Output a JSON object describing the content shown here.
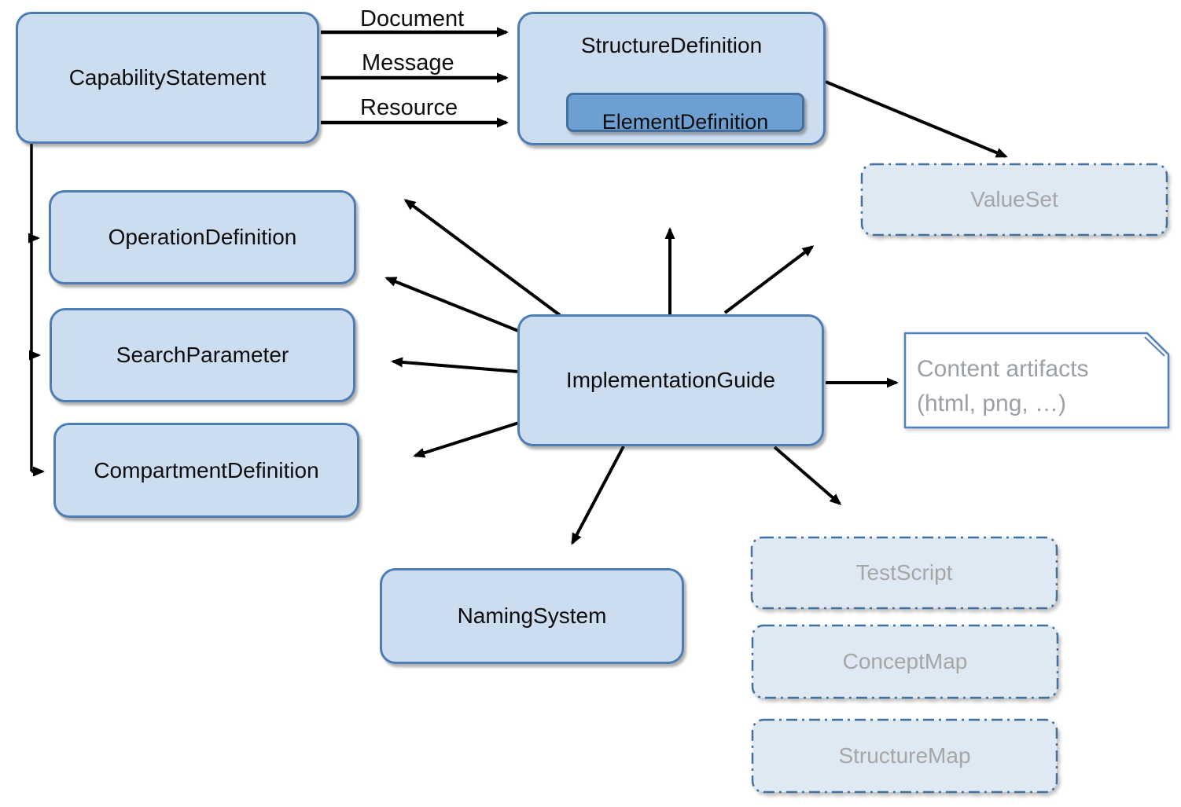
{
  "diagram": {
    "nodes": {
      "capability_statement": {
        "label": "CapabilityStatement",
        "style": "solid"
      },
      "structure_definition": {
        "label": "StructureDefinition",
        "style": "solid"
      },
      "element_definition": {
        "label": "ElementDefinition",
        "style": "solid-dark"
      },
      "value_set": {
        "label": "ValueSet",
        "style": "dashed"
      },
      "operation_definition": {
        "label": "OperationDefinition",
        "style": "solid"
      },
      "search_parameter": {
        "label": "SearchParameter",
        "style": "solid"
      },
      "compartment_definition": {
        "label": "CompartmentDefinition",
        "style": "solid"
      },
      "implementation_guide": {
        "label": "ImplementationGuide",
        "style": "solid"
      },
      "content_artifacts": {
        "line1": "Content artifacts",
        "line2": "(html, png, …)",
        "style": "note"
      },
      "naming_system": {
        "label": "NamingSystem",
        "style": "solid"
      },
      "test_script": {
        "label": "TestScript",
        "style": "dashed"
      },
      "concept_map": {
        "label": "ConceptMap",
        "style": "dashed"
      },
      "structure_map": {
        "label": "StructureMap",
        "style": "dashed"
      }
    },
    "edge_labels": {
      "document": "Document",
      "message": "Message",
      "resource": "Resource"
    },
    "edges": [
      {
        "from": "CapabilityStatement",
        "to": "StructureDefinition",
        "label": "Document"
      },
      {
        "from": "CapabilityStatement",
        "to": "StructureDefinition",
        "label": "Message"
      },
      {
        "from": "CapabilityStatement",
        "to": "StructureDefinition",
        "label": "Resource"
      },
      {
        "from": "CapabilityStatement",
        "to": "OperationDefinition",
        "label": ""
      },
      {
        "from": "CapabilityStatement",
        "to": "SearchParameter",
        "label": ""
      },
      {
        "from": "CapabilityStatement",
        "to": "CompartmentDefinition",
        "label": ""
      },
      {
        "from": "StructureDefinition",
        "to": "ValueSet",
        "label": ""
      },
      {
        "from": "ImplementationGuide",
        "to": "ContentArtifacts",
        "label": ""
      },
      {
        "from": "ImplementationGuide",
        "to": "NamingSystem",
        "label": ""
      },
      {
        "from": "ImplementationGuide",
        "to": "TestScript",
        "label": ""
      },
      {
        "from": "ImplementationGuide",
        "to": "up",
        "label": ""
      },
      {
        "from": "ImplementationGuide",
        "to": "up-right",
        "label": ""
      },
      {
        "from": "ImplementationGuide",
        "to": "up-left-1",
        "label": ""
      },
      {
        "from": "ImplementationGuide",
        "to": "up-left-2",
        "label": ""
      },
      {
        "from": "ImplementationGuide",
        "to": "left",
        "label": ""
      },
      {
        "from": "ImplementationGuide",
        "to": "down-left",
        "label": ""
      }
    ],
    "colors": {
      "node_fill": "#cdddf0",
      "node_border": "#4e7db5",
      "inner_node_fill": "#6d9fd3",
      "inner_node_border": "#44709f",
      "dashed_fill": "#dfe9f4",
      "dashed_border": "#41719c",
      "muted_text": "#a6a6a6",
      "note_fill": "#ffffff",
      "note_border": "#4f81bd",
      "arrow": "#000000"
    }
  }
}
